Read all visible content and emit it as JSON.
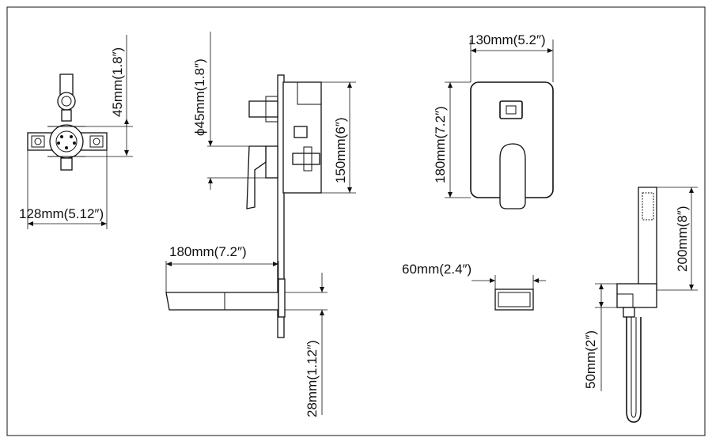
{
  "drawing": {
    "valve_width_label": "128mm(5.12″)",
    "valve_height_label": "45mm(1.8″)",
    "diameter_label": "ϕ45mm(1.8″)",
    "body_height_label": "150mm(6″)",
    "plate_width_label": "130mm(5.2″)",
    "plate_height_label": "180mm(7.2″)",
    "spout_length_label": "180mm(7.2″)",
    "spout_height_label": "28mm(1.12″)",
    "spout_width_label": "60mm(2.4″)",
    "handshower_label": "200mm(8″)",
    "bracket_label": "50mm(2″)"
  }
}
